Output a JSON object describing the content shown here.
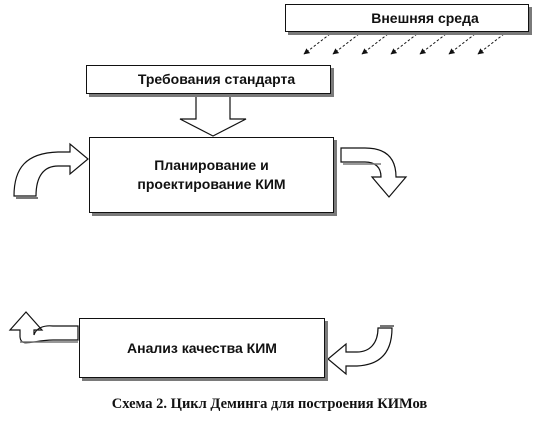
{
  "boxes": {
    "environment": "Внешняя среда",
    "standard": "Требования стандарта",
    "planning": "Планирование и\nпроектирование КИМ",
    "analysis": "Анализ качества КИМ"
  },
  "caption": "Схема 2. Цикл Деминга для построения КИМов"
}
